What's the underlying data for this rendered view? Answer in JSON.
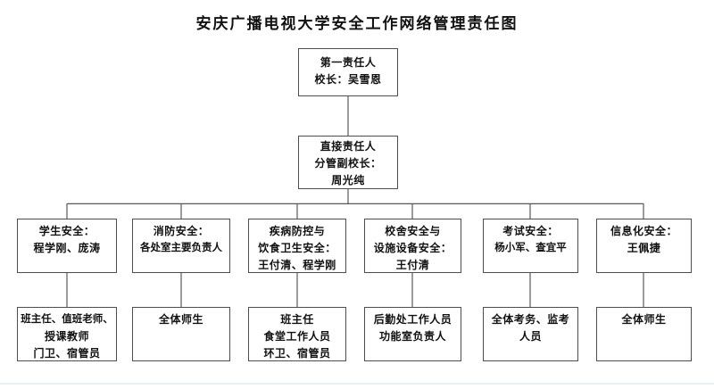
{
  "title": "安庆广播电视大学安全工作网络管理责任图",
  "org": {
    "level1": {
      "role_line": "第一责任人",
      "person_line": "校长：吴雪恩"
    },
    "level2": {
      "role_line": "直接责任人",
      "title_line": "分管副校长：",
      "person_line": "周光纯"
    },
    "branches": [
      {
        "id": "student-safety",
        "duty": [
          "学生安全：",
          "程学刚、庞涛"
        ],
        "staff": [
          "班主任、值班老师、",
          "授课教师",
          "门卫、宿管员"
        ]
      },
      {
        "id": "fire-safety",
        "duty": [
          "消防安全：",
          "各处室主要负责人"
        ],
        "staff": [
          "全体师生"
        ]
      },
      {
        "id": "disease-food-hygiene-safety",
        "duty": [
          "疾病防控与",
          "饮食卫生安全：",
          "王付清、程学刚"
        ],
        "staff": [
          "班主任",
          "食堂工作人员",
          "环卫、宿管员"
        ]
      },
      {
        "id": "building-facility-safety",
        "duty": [
          "校舍安全与",
          "设施设备安全：",
          "王付清"
        ],
        "staff": [
          "后勤处工作人员",
          "功能室负责人"
        ]
      },
      {
        "id": "exam-safety",
        "duty": [
          "考试安全：",
          "杨小军、查宜平"
        ],
        "staff": [
          "全体考务、监考",
          "人员"
        ]
      },
      {
        "id": "information-safety",
        "duty": [
          "信息化安全：",
          "王佩捷"
        ],
        "staff": [
          "全体师生"
        ]
      }
    ]
  },
  "colors": {
    "border": "#4d4d4d",
    "line": "#595959",
    "text": "#111111",
    "background": "#ffffff",
    "bottom_rule": "#e9eef4"
  }
}
